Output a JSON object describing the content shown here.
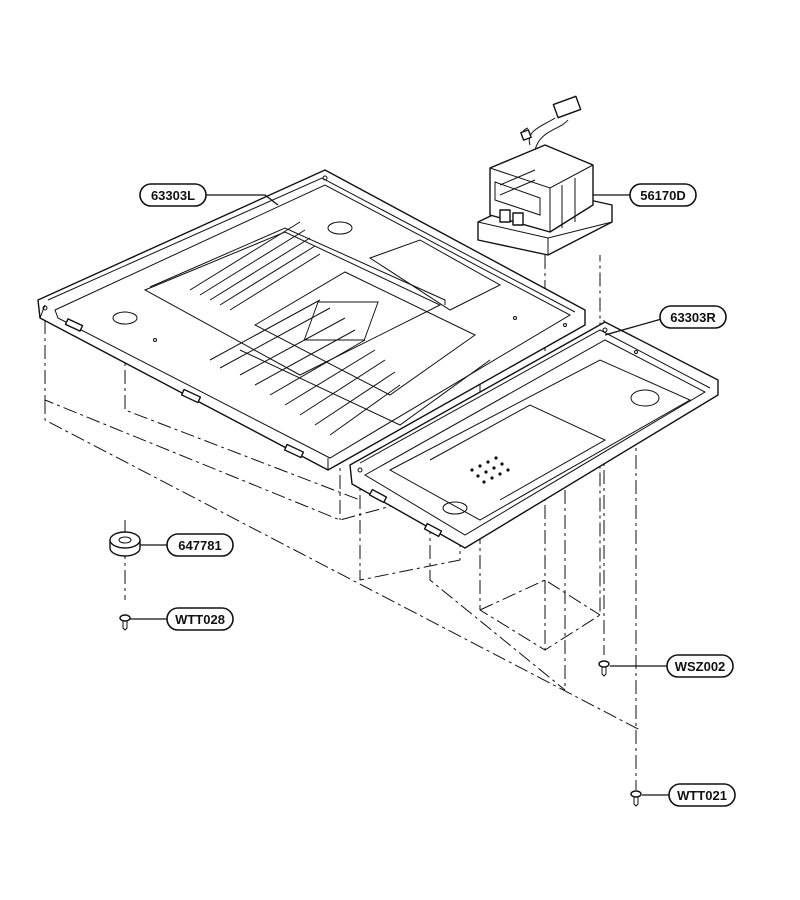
{
  "diagram": {
    "type": "exploded-parts-view",
    "callouts": [
      {
        "id": "left_plate",
        "label": "63303L"
      },
      {
        "id": "transformer",
        "label": "56170D"
      },
      {
        "id": "right_plate",
        "label": "63303R"
      },
      {
        "id": "foot",
        "label": "647781"
      },
      {
        "id": "screw_foot",
        "label": "WTT028"
      },
      {
        "id": "screw_plate",
        "label": "WSZ002"
      },
      {
        "id": "screw_bottom",
        "label": "WTT021"
      }
    ]
  }
}
